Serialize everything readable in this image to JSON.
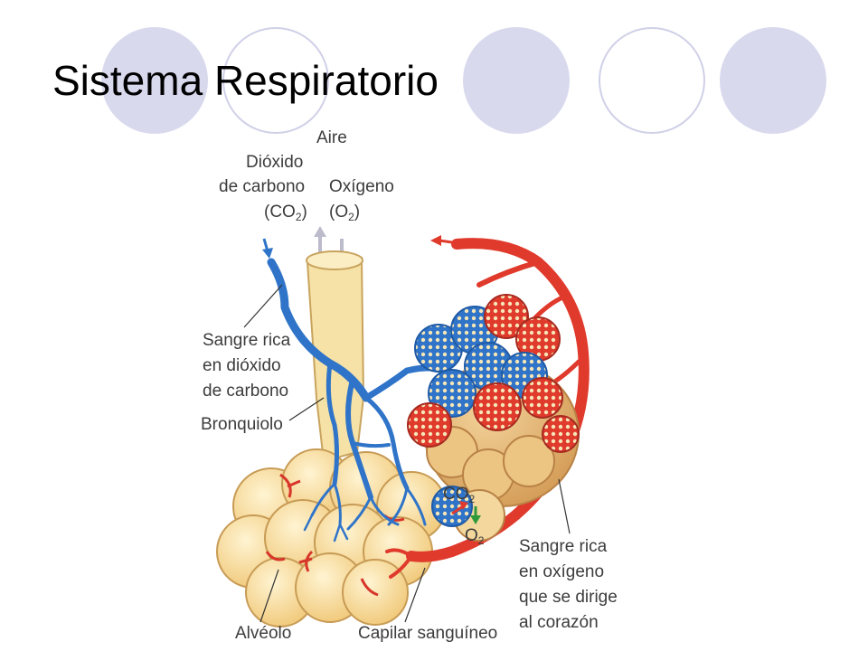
{
  "slide": {
    "title": "Sistema Respiratorio"
  },
  "diagram": {
    "labels": {
      "aire": "Aire",
      "dioxido_line1": "Dióxido",
      "dioxido_line2": "de carbono",
      "dioxido_formula": "(CO",
      "oxigeno_line1": "Oxígeno",
      "oxigeno_formula": "(O",
      "sangre_co2_1": "Sangre rica",
      "sangre_co2_2": "en dióxido",
      "sangre_co2_3": "de carbono",
      "bronquiolo": "Bronquiolo",
      "alveolo": "Alvéolo",
      "capilar": "Capilar sanguíneo",
      "sangre_o2_1": "Sangre rica",
      "sangre_o2_2": "en oxígeno",
      "sangre_o2_3": "que se dirige",
      "sangre_o2_4": "al corazón",
      "co2_inset": "CO",
      "o2_inset": "O",
      "subscript_2": "2",
      "close_paren": ")"
    },
    "colors": {
      "vein_blue": "#2f74c8",
      "artery_red": "#e03a2c",
      "alveolus_fill": "#f8dc9c",
      "alveolus_stroke": "#caa05a",
      "bronchiole_fill": "#f6e2a6",
      "capillary_net_blue": "#2f74c8",
      "capillary_net_red": "#e03a2c",
      "exchange_green": "#2e9a3c",
      "leader_line": "#333333"
    },
    "icons": [
      "arrow-icon"
    ]
  }
}
